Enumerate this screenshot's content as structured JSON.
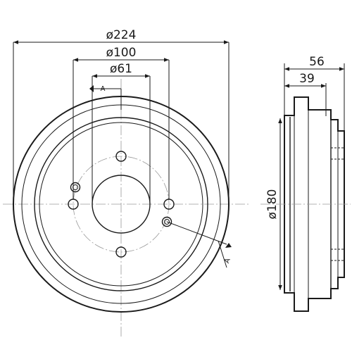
{
  "front_view": {
    "dim_outer": "ø224",
    "dim_bolt_circle": "ø100",
    "dim_center_bore": "ø61",
    "section_label_top": "A",
    "section_label_bottom": "A"
  },
  "side_view": {
    "dim_overall_depth": "56",
    "dim_drum_depth": "39",
    "dim_inner_diameter": "ø180"
  }
}
